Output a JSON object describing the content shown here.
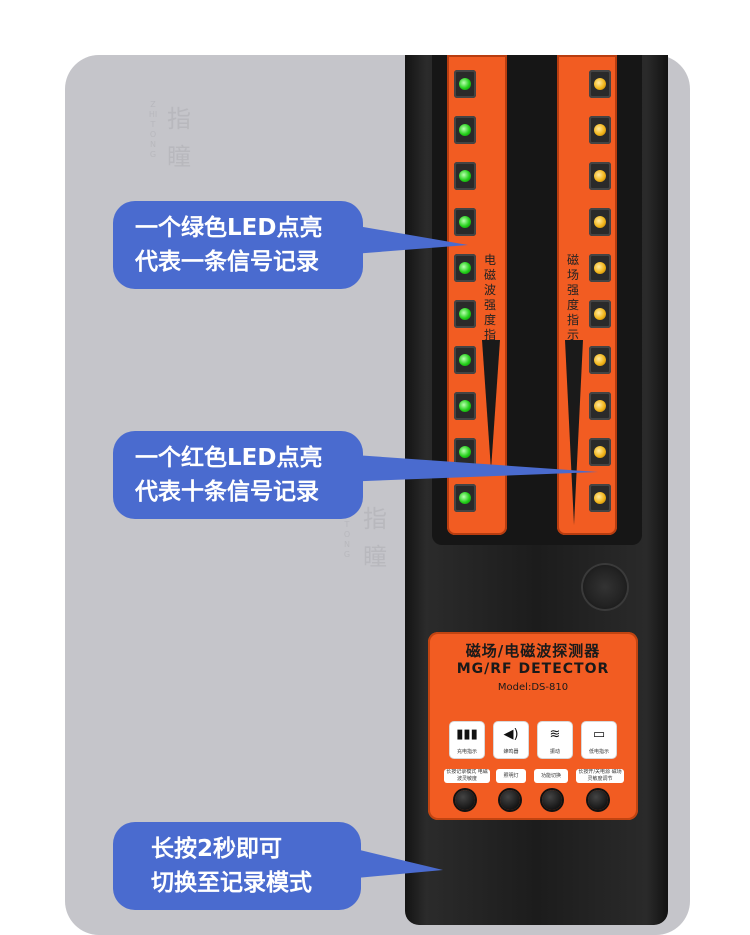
{
  "callouts": {
    "green": {
      "line1": "一个绿色LED点亮",
      "line2": "代表一条信号记录"
    },
    "red": {
      "line1": "一个红色LED点亮",
      "line2": "代表十条信号记录"
    },
    "hold": {
      "line1": "长按2秒即可",
      "line2": "切换至记录模式"
    }
  },
  "device": {
    "left_strip_label": "电磁波强度指示",
    "right_strip_label": "磁场强度指示",
    "title_cn": "磁场/电磁波探测器",
    "title_en": "MG/RF DETECTOR",
    "model": "Model:DS-810",
    "buttons": [
      {
        "icon": "battery-icon",
        "glyph": "▮▮▮",
        "label": "充电指示"
      },
      {
        "icon": "speaker-icon",
        "glyph": "◀)",
        "label": "蜂鸣器"
      },
      {
        "icon": "vibrate-icon",
        "glyph": "≋",
        "label": "振动"
      },
      {
        "icon": "battery-low-icon",
        "glyph": "▭",
        "label": "低电指示"
      }
    ],
    "tags": [
      "长按记录模式 电磁波灵敏度",
      "照明灯",
      "功能切换",
      "长按开/关电源 磁场灵敏度调节"
    ],
    "led_count": 10
  },
  "watermark": {
    "cn": "指瞳",
    "en": "ZHITONG"
  },
  "colors": {
    "accent_orange": "#f25c22",
    "bubble_blue": "#4a6bcf",
    "led_green": "#23d019",
    "led_yellow": "#f2b61a",
    "panel_gray": "#c5c5ca"
  }
}
